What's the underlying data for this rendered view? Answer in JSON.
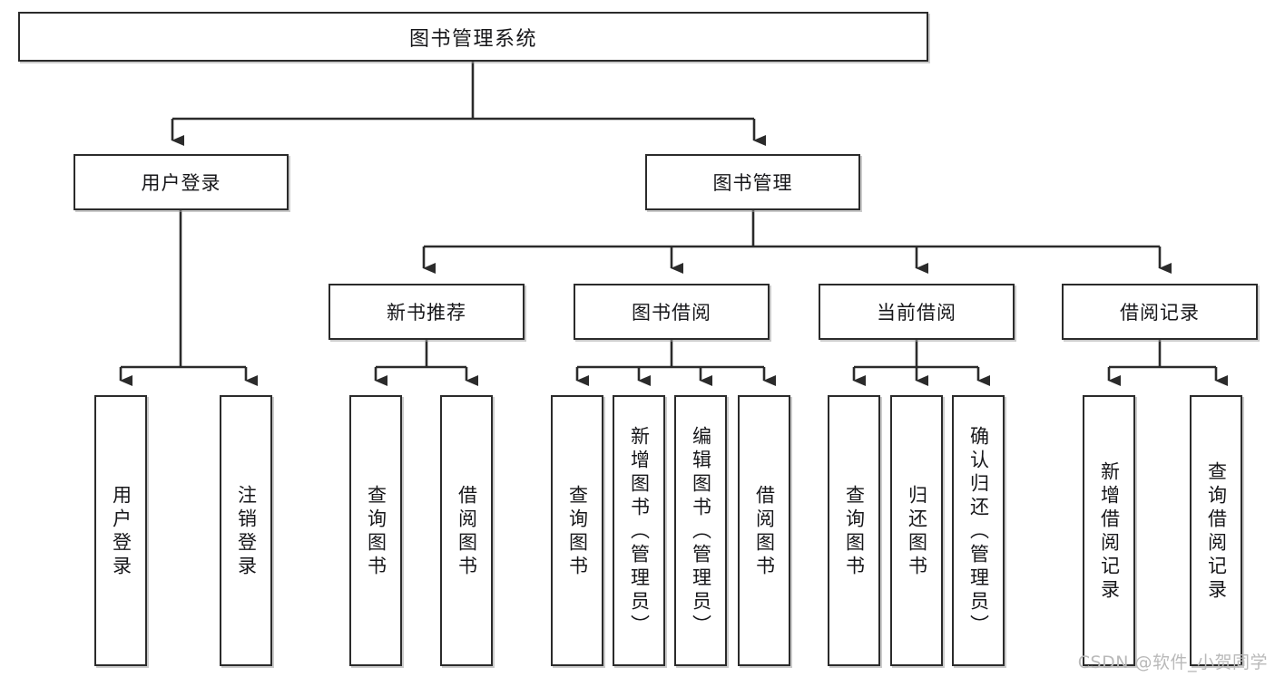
{
  "diagram": {
    "title": "图书管理系统",
    "type": "tree-hierarchy-diagram",
    "watermark": "CSDN @软件_小贺同学",
    "colors": {
      "background": "#ffffff",
      "box_border": "#2b2b2b",
      "box_fill": "#ffffff",
      "text": "#17171a",
      "connector": "#2b2b2b",
      "watermark": "#b9b9b9"
    },
    "nodes": {
      "root": {
        "label": "图书管理系统"
      },
      "level2": [
        {
          "label": "用户登录"
        },
        {
          "label": "图书管理"
        }
      ],
      "level3": [
        {
          "label": "新书推荐"
        },
        {
          "label": "图书借阅"
        },
        {
          "label": "当前借阅"
        },
        {
          "label": "借阅记录"
        }
      ],
      "leaves": {
        "user_login": [
          {
            "label": "用户登录"
          },
          {
            "label": "注销登录"
          }
        ],
        "new_book_recommend": [
          {
            "label": "查询图书"
          },
          {
            "label": "借阅图书"
          }
        ],
        "book_borrow": [
          {
            "label": "查询图书"
          },
          {
            "label": "新增图书（管理员）"
          },
          {
            "label": "编辑图书（管理员）"
          },
          {
            "label": "借阅图书"
          }
        ],
        "current_borrow": [
          {
            "label": "查询图书"
          },
          {
            "label": "归还图书"
          },
          {
            "label": "确认归还（管理员）"
          }
        ],
        "borrow_record": [
          {
            "label": "新增借阅记录"
          },
          {
            "label": "查询借阅记录"
          }
        ]
      }
    }
  }
}
